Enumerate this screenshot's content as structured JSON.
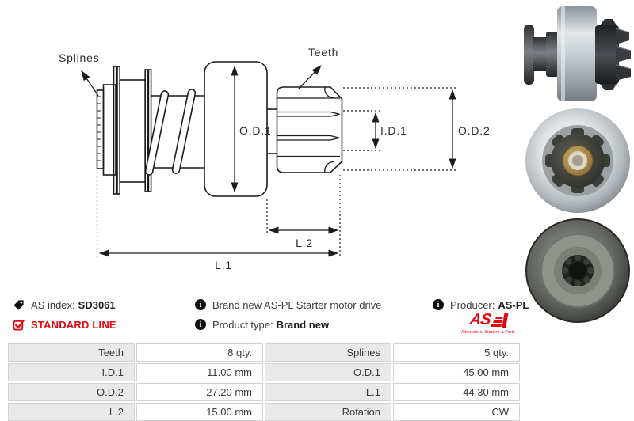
{
  "drawing": {
    "labels": {
      "splines": "Splines",
      "teeth": "Teeth",
      "od1": "O.D.1",
      "id1": "I.D.1",
      "od2": "O.D.2",
      "l1": "L.1",
      "l2": "L.2"
    }
  },
  "info": {
    "as_index_label": "AS index:",
    "as_index_value": "SD3061",
    "standard_line": "STANDARD LINE",
    "description": "Brand new AS-PL Starter motor drive",
    "product_type_label": "Product type:",
    "product_type_value": "Brand new",
    "producer_label": "Producer:",
    "producer_value": "AS-PL",
    "logo_text": "AS",
    "logo_tagline": "Alternators, Starters & Parts",
    "info_icon_glyph": "i"
  },
  "colors": {
    "accent_red": "#e30613",
    "line_black": "#1c1c1c",
    "table_label_bg": "#e9e9e9",
    "table_border": "#d2d2d2"
  },
  "spec_table": {
    "rows": [
      {
        "label_a": "Teeth",
        "value_a": "8 qty.",
        "label_b": "Splines",
        "value_b": "5 qty."
      },
      {
        "label_a": "I.D.1",
        "value_a": "11.00 mm",
        "label_b": "O.D.1",
        "value_b": "45.00 mm"
      },
      {
        "label_a": "O.D.2",
        "value_a": "27.20 mm",
        "label_b": "L.1",
        "value_b": "44.30 mm"
      },
      {
        "label_a": "L.2",
        "value_a": "15.00 mm",
        "label_b": "Rotation",
        "value_b": "CW"
      }
    ]
  }
}
